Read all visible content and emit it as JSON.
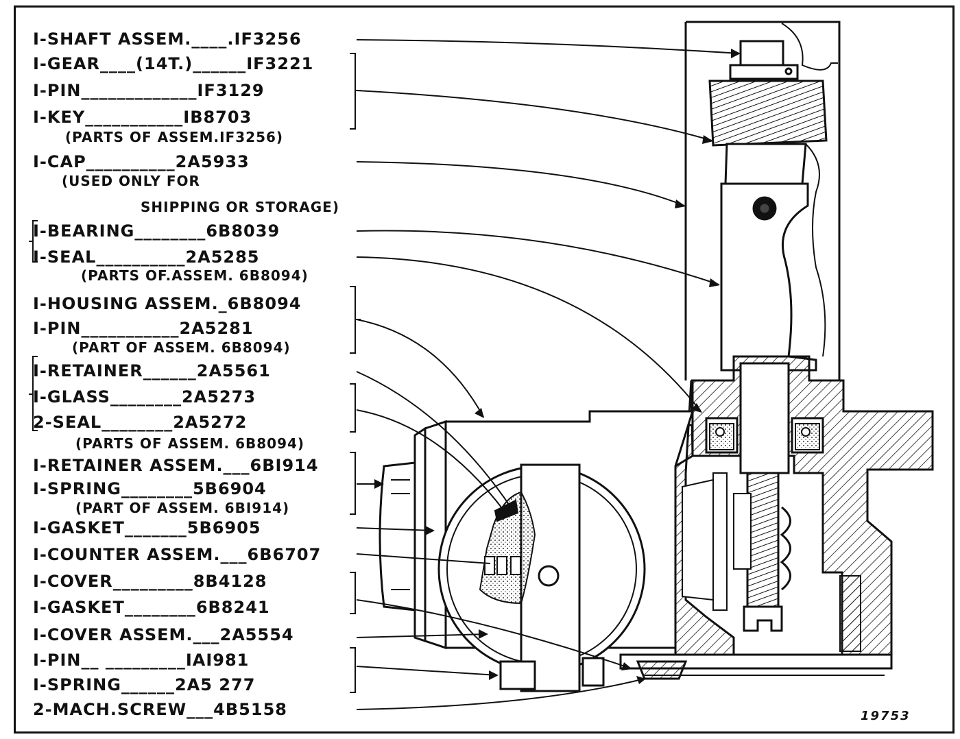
{
  "parts": [
    {
      "text": "I-SHAFT ASSEM.____.IF3256"
    },
    {
      "text": "I-GEAR____(14T.)______IF3221"
    },
    {
      "text": "I-PIN_____________IF3129"
    },
    {
      "text": "I-KEY___________IB8703"
    },
    {
      "text": "I-CAP__________2A5933"
    },
    {
      "text": "I-BEARING________6B8039"
    },
    {
      "text": "I-SEAL__________2A5285"
    },
    {
      "text": "I-HOUSING ASSEM._6B8094"
    },
    {
      "text": "I-PIN___________2A5281"
    },
    {
      "text": "I-RETAINER______2A5561"
    },
    {
      "text": "I-GLASS________2A5273"
    },
    {
      "text": "2-SEAL________2A5272"
    },
    {
      "text": "I-RETAINER ASSEM.___6BI914"
    },
    {
      "text": "I-SPRING________5B6904"
    },
    {
      "text": "I-GASKET_______5B6905"
    },
    {
      "text": "I-COUNTER ASSEM.___6B6707"
    },
    {
      "text": "I-COVER_________8B4128"
    },
    {
      "text": "I-GASKET________6B8241"
    },
    {
      "text": "I-COVER ASSEM.___2A5554"
    },
    {
      "text": "I-PIN__ _________IAI981"
    },
    {
      "text": "I-SPRING______2A5 277"
    },
    {
      "text": "2-MACH.SCREW___4B5158"
    }
  ],
  "notes": [
    {
      "text": "(PARTS OF ASSEM.IF3256)"
    },
    {
      "text": "(USED ONLY FOR"
    },
    {
      "text": "SHIPPING OR STORAGE)"
    },
    {
      "text": "(PARTS OF.ASSEM. 6B8094)"
    },
    {
      "text": "(PART OF ASSEM. 6B8094)"
    },
    {
      "text": "(PARTS OF ASSEM. 6B8094)"
    },
    {
      "text": "(PART OF ASSEM. 6BI914)"
    }
  ],
  "drawing_number": "19753"
}
